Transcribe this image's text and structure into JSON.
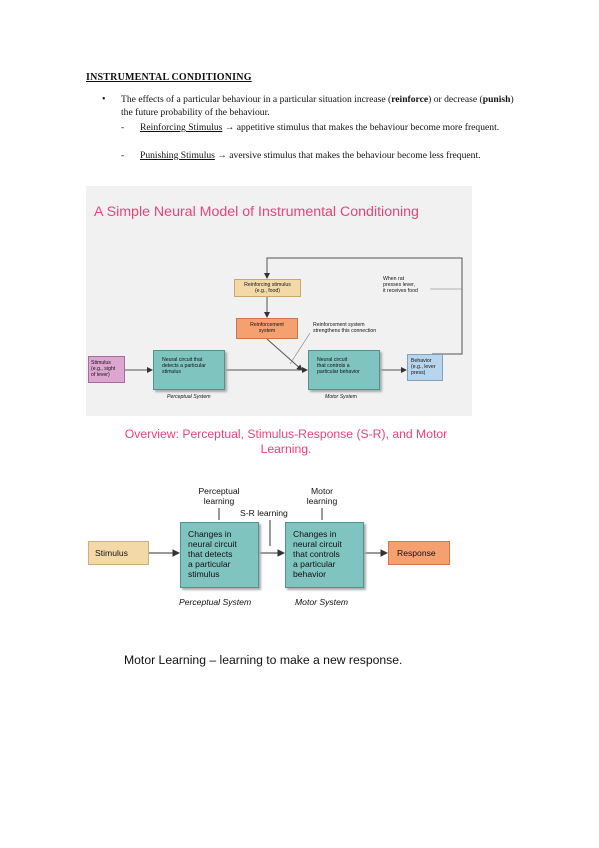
{
  "heading": "INSTRUMENTAL CONDITIONING",
  "bullet": {
    "symbol": "•",
    "text_pre1": "The effects of a particular behaviour in a particular situation increase (",
    "bold1": "reinforce",
    "text_mid": ") or decrease (",
    "bold2": "punish",
    "text_post": ") the future probability of the behaviour."
  },
  "sub_items": [
    {
      "dash": "-",
      "term": "Reinforcing Stimulus",
      "arrow": " → ",
      "desc": "appetitive stimulus that makes the behaviour become more frequent."
    },
    {
      "dash": "-",
      "term": "Punishing Stimulus",
      "arrow": " → ",
      "desc": "aversive stimulus that makes the behaviour become less frequent."
    }
  ],
  "figure1": {
    "title": "A Simple Neural Model of Instrumental Conditioning",
    "reinforcing_stimulus": [
      "Reinforcing stimulus",
      "(e.g., food)"
    ],
    "reinforcement_system": [
      "Reinforcement",
      "system"
    ],
    "reinforcement_note": [
      "Reinforcement system",
      "strengthens this connection"
    ],
    "rat_note": [
      "When rat",
      "presses lever,",
      "it receives food"
    ],
    "stimulus": [
      "Stimulus",
      "(e.g., sight",
      "of lever)"
    ],
    "perceptual_circuit": [
      "Neural circuit that",
      "detects a particular",
      "stimulus"
    ],
    "motor_circuit": [
      "Neural circuit",
      "that controls a",
      "particular behavior"
    ],
    "behavior": [
      "Behavior",
      "(e.g., lever",
      "press)"
    ],
    "perceptual_system": "Perceptual System",
    "motor_system": "Motor System"
  },
  "figure2": {
    "title_line1": "Overview: Perceptual, Stimulus-Response (S-R), and Motor",
    "title_line2": "Learning.",
    "perceptual_learning": [
      "Perceptual",
      "learning"
    ],
    "sr_learning": "S-R learning",
    "motor_learning": [
      "Motor",
      "learning"
    ],
    "stimulus": "Stimulus",
    "perceptual_circuit": [
      "Changes in",
      "neural circuit",
      "that detects",
      "a particular",
      "stimulus"
    ],
    "motor_circuit": [
      "Changes in",
      "neural circuit",
      "that controls",
      "a particular",
      "behavior"
    ],
    "response": "Response",
    "perceptual_system": "Perceptual System",
    "motor_system": "Motor System"
  },
  "caption": "Motor Learning – learning to make a new response.",
  "colors": {
    "title_red": "#e8447a",
    "teal": "#7fc4bf",
    "tan": "#f3d9a8",
    "orange": "#f6a070",
    "pink": "#dca6d0",
    "blue": "#b9d5ee"
  }
}
